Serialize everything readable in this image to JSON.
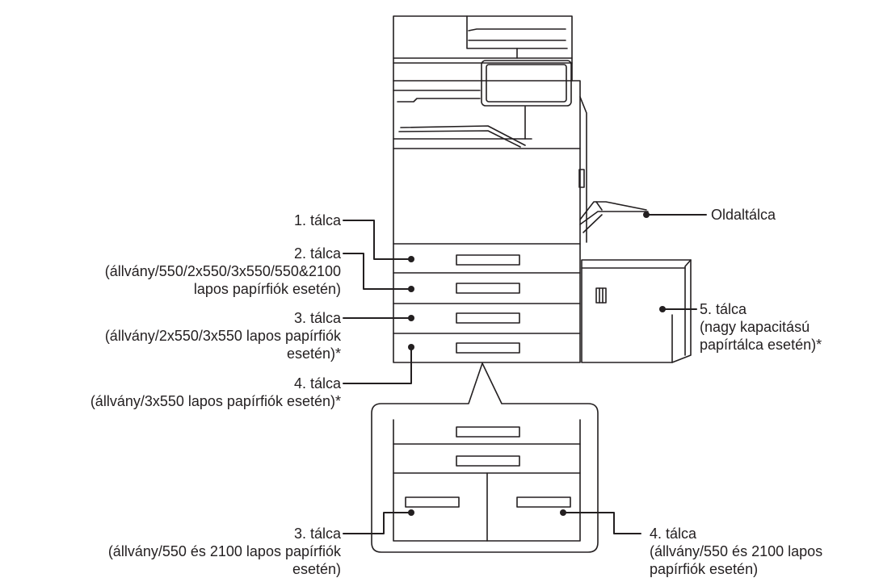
{
  "labels": {
    "tray1": [
      "1. tálca"
    ],
    "tray2": [
      "2. tálca",
      "(állvány/550/2x550/3x550/550&2100",
      "lapos papírfiók esetén)"
    ],
    "tray3": [
      "3. tálca",
      "(állvány/2x550/3x550 lapos papírfiók",
      "esetén)*"
    ],
    "tray4": [
      "4. tálca",
      "(állvány/3x550 lapos papírfiók esetén)*"
    ],
    "bypass": [
      "Oldaltálca"
    ],
    "tray5": [
      "5. tálca",
      "(nagy kapacitású",
      "papírtálca esetén)*"
    ],
    "tray3_lcc": [
      "3. tálca",
      "(állvány/550 és 2100 lapos papírfiók",
      "esetén)"
    ],
    "tray4_lcc": [
      "4. tálca",
      "(állvány/550 és 2100 lapos",
      "papírfiók esetén)"
    ]
  },
  "colors": {
    "line": "#231f20",
    "background": "#ffffff"
  }
}
